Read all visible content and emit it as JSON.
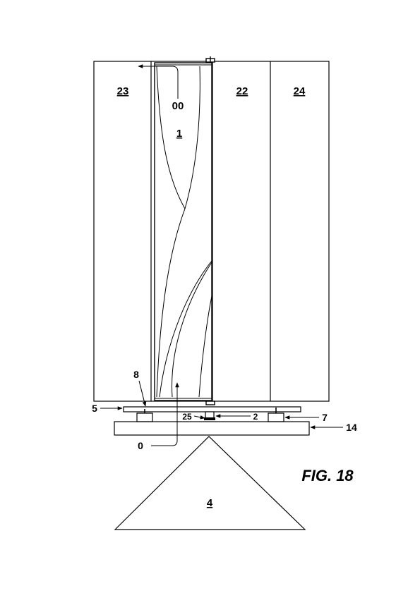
{
  "figure": {
    "caption": "FIG. 18"
  },
  "labels": {
    "l23": "23",
    "l22": "22",
    "l24": "24",
    "l00": "00",
    "l1": "1",
    "l8": "8",
    "l5": "5",
    "l25": "25",
    "l2": "2",
    "l7": "7",
    "l14": "14",
    "l0": "0",
    "l4": "4"
  }
}
